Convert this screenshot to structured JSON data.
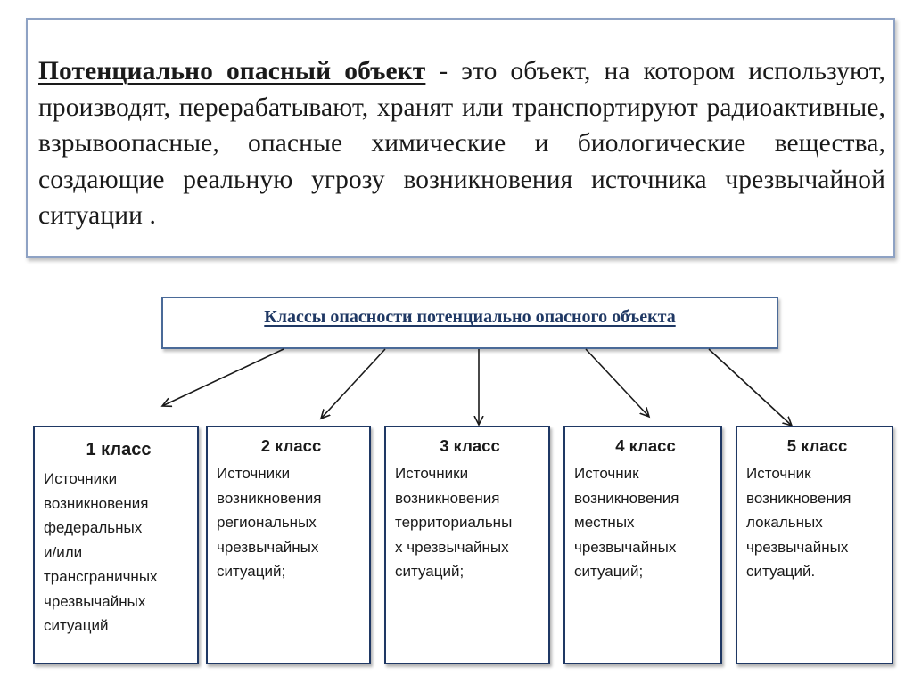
{
  "definition": {
    "term": "Потенциально опасный объект",
    "body": " - это объект, на котором используют, производят, перерабатывают, хранят или транспортируют радиоактивные, взрывоопасные, опасные химические и биологические вещества, создающие реальную угрозу возникновения источника чрезвычайной ситуации  ."
  },
  "classes_header": {
    "title": "Классы опасности потенциально опасного объекта"
  },
  "classes": [
    {
      "title": "1 класс",
      "lines": [
        "Источники",
        "возникновения",
        "федеральных",
        "и/или",
        "трансграничных",
        "чрезвычайных",
        "ситуаций"
      ]
    },
    {
      "title": "2 класс",
      "lines": [
        "Источники",
        "возникновения",
        "региональных",
        "чрезвычайных",
        "ситуаций;"
      ]
    },
    {
      "title": "3 класс",
      "lines": [
        "Источники",
        "возникновения",
        "территориальны",
        "х чрезвычайных",
        "ситуаций;"
      ]
    },
    {
      "title": "4 класс",
      "lines": [
        "Источник",
        "возникновения",
        "местных",
        "чрезвычайных",
        "ситуаций;"
      ]
    },
    {
      "title": "5 класс",
      "lines": [
        "Источник",
        "возникновения",
        "локальных",
        "чрезвычайных",
        "ситуаций."
      ]
    }
  ],
  "colors": {
    "definition_border": "#8ea2c4",
    "header_border": "#4a6a98",
    "header_text": "#1f3864",
    "class_border": "#1f3864",
    "arrow": "#1a1a1a"
  }
}
